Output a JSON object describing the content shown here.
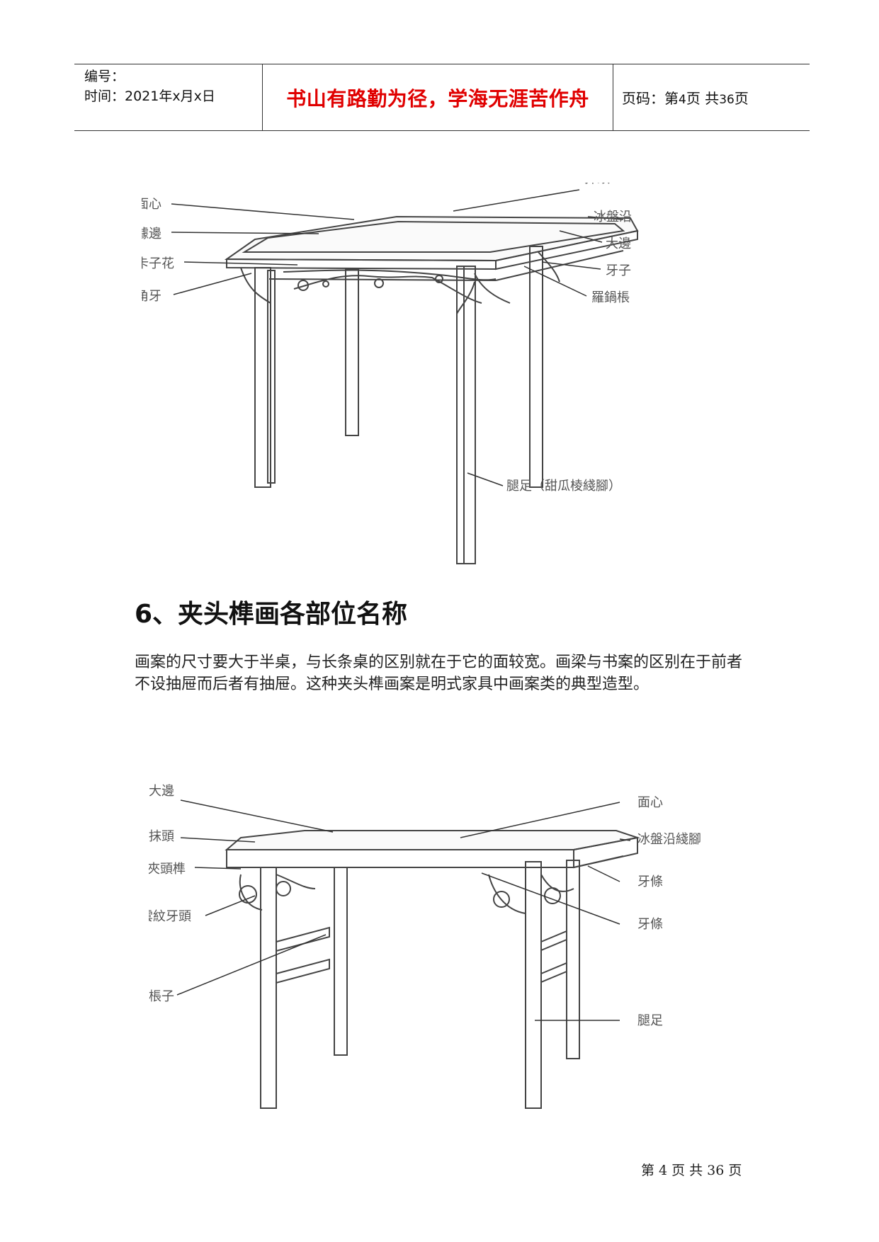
{
  "header": {
    "number_label": "编号：",
    "time_label": "时间：2021年x月x日",
    "motto": "书山有路勤为径，学海无涯苦作舟",
    "page_label": "页码：第",
    "page_num": "4",
    "page_mid": "页  共",
    "page_total": "36",
    "page_suffix": "页"
  },
  "figure1": {
    "labels": {
      "mianxin": "面心",
      "shuyan": "璩邊",
      "kazihua": "卡子花",
      "jiaoya": "角牙",
      "mobian": "抹頭",
      "bingpanyan": "冰盤沿",
      "dabian": "大邊",
      "yazi": "牙子",
      "luoguocheng": "羅鍋棖",
      "tuiwei": "腿足（甜瓜棱綫腳）"
    }
  },
  "section": {
    "title": "6、夹头榫画各部位名称",
    "paragraph": "画案的尺寸要大于半桌，与长条桌的区别就在于它的面较宽。画梁与书案的区别在于前者不设抽屉而后者有抽屉。这种夹头榫画案是明式家具中画案类的典型造型。"
  },
  "figure2": {
    "labels": {
      "dabian": "大邊",
      "mobian": "抹頭",
      "jiatousun": "夾頭榫",
      "yunwenyatou": "雲紋牙頭",
      "chengzi": "棖子",
      "mianxin": "面心",
      "bingpanyanxianjiao": "冰盤沿綫腳",
      "yatiao1": "牙條",
      "yatiao2": "牙條",
      "tuizu": "腿足"
    }
  },
  "footer": {
    "di": "第",
    "page": "4",
    "ye": "页",
    "gong": "共",
    "total": "36",
    "ye2": "页"
  }
}
